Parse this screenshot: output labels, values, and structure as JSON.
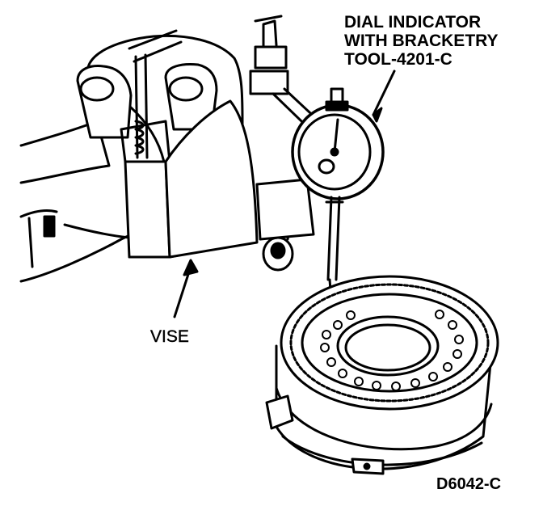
{
  "labels": {
    "dial_indicator": {
      "line1": "DIAL INDICATOR",
      "line2": "WITH BRACKETRY",
      "line3": "TOOL-4201-C"
    },
    "vise": "VISE",
    "figure_code": "D6042-C"
  },
  "colors": {
    "ink": "#000000",
    "paper": "#ffffff"
  }
}
